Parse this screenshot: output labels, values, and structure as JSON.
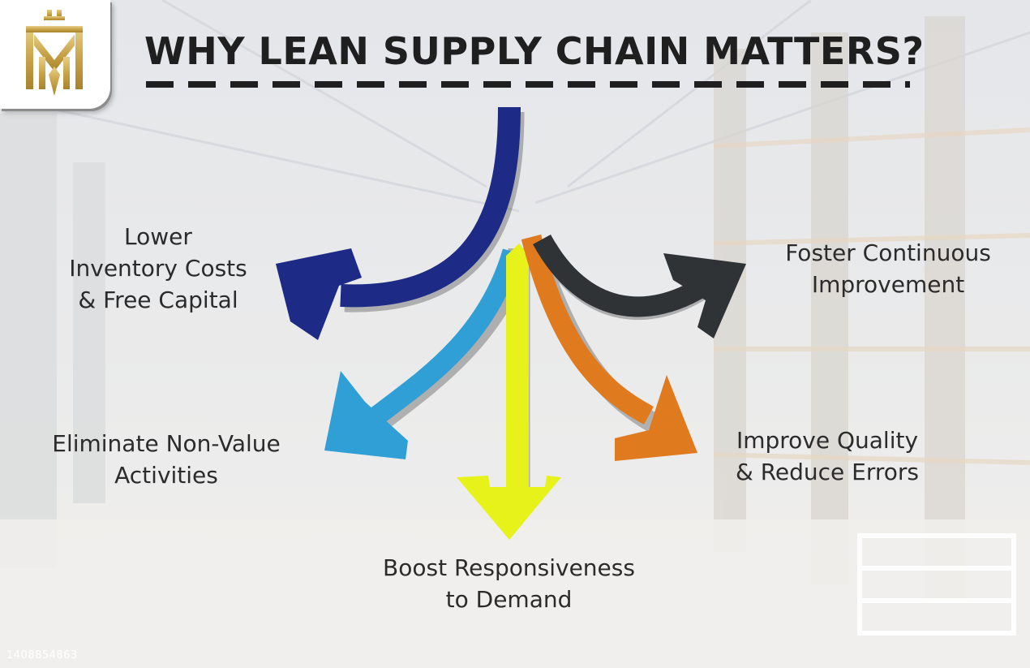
{
  "title": "WHY LEAN SUPPLY CHAIN MATTERS?",
  "branches": [
    {
      "id": "lower-inventory",
      "lines": [
        "Lower",
        "Inventory Costs",
        "& Free Capital"
      ],
      "color": "#1d2a86"
    },
    {
      "id": "eliminate",
      "lines": [
        "Eliminate Non-Value",
        "Activities"
      ],
      "color": "#2f9fd6"
    },
    {
      "id": "boost",
      "lines": [
        "Boost Responsiveness",
        "to Demand"
      ],
      "color": "#e6f21a"
    },
    {
      "id": "improve",
      "lines": [
        "Improve Quality",
        "& Reduce Errors"
      ],
      "color": "#e07a1e"
    },
    {
      "id": "foster",
      "lines": [
        "Foster Continuous",
        "Improvement"
      ],
      "color": "#2f3336"
    }
  ],
  "watermark": "1408854863"
}
